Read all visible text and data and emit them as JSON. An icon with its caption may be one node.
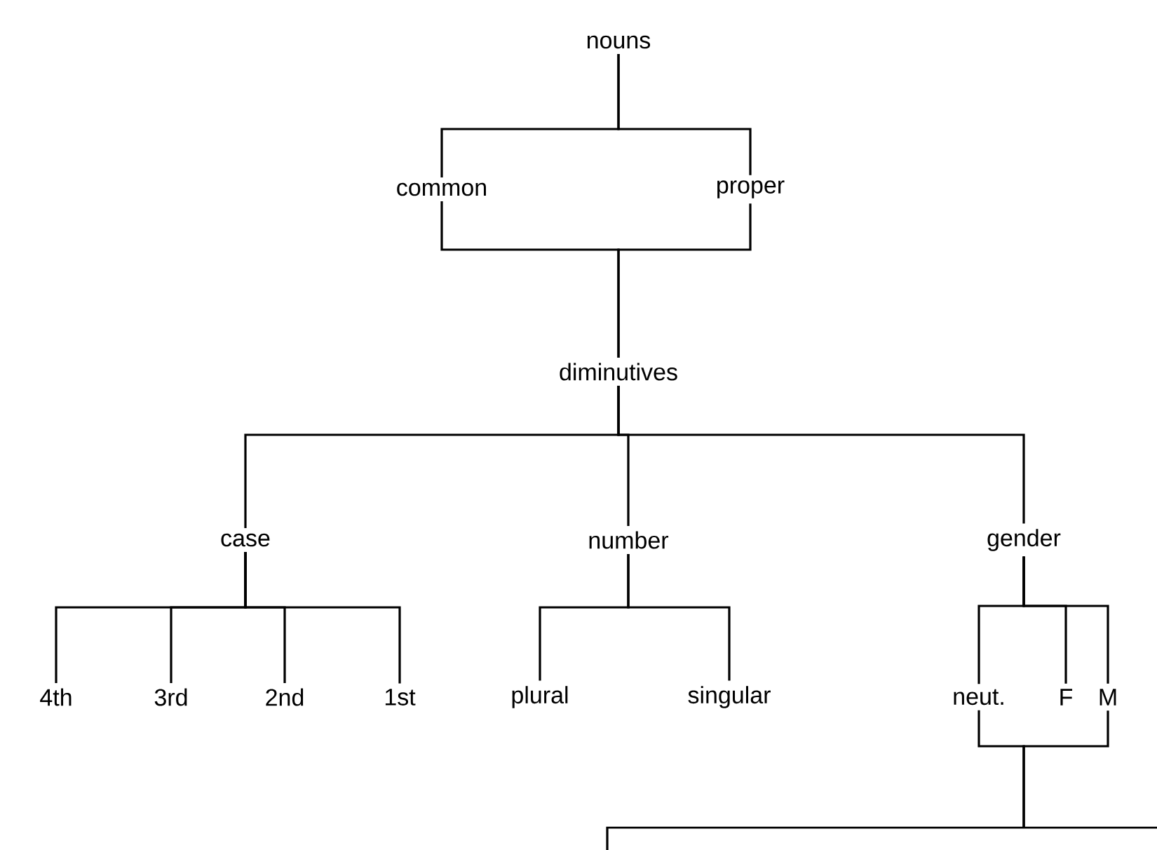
{
  "diagram": {
    "nodes": [
      {
        "text": [
          "nouns"
        ]
      },
      {
        "text": [
          "common"
        ]
      },
      {
        "text": [
          "proper"
        ]
      },
      {
        "text": [
          "diminutives"
        ]
      },
      {
        "text": [
          "case"
        ]
      },
      {
        "text": [
          "number"
        ]
      },
      {
        "text": [
          "gender"
        ]
      },
      {
        "text": [
          "4th"
        ]
      },
      {
        "text": [
          "3rd"
        ]
      },
      {
        "text": [
          "2nd"
        ]
      },
      {
        "text": [
          "1st"
        ]
      },
      {
        "text": [
          "plural"
        ]
      },
      {
        "text": [
          "singular"
        ]
      },
      {
        "text": [
          "neut."
        ]
      },
      {
        "text": [
          "F"
        ]
      },
      {
        "text": [
          "M"
        ]
      }
    ],
    "edges": [
      {
        "from": 0,
        "to": 1,
        "arrow": "none"
      },
      {
        "from": 0,
        "to": 2,
        "arrow": "none"
      },
      {
        "from": 1,
        "to": 3,
        "arrow": "none"
      },
      {
        "from": 2,
        "to": 3,
        "arrow": "none"
      },
      {
        "from": 3,
        "to": 4,
        "arrow": "none"
      },
      {
        "from": 3,
        "to": 5,
        "arrow": "none"
      },
      {
        "from": 3,
        "to": 6,
        "arrow": "none"
      },
      {
        "from": 4,
        "to": 7,
        "arrow": "none"
      },
      {
        "from": 4,
        "to": 8,
        "arrow": "none"
      },
      {
        "from": 4,
        "to": 9,
        "arrow": "none"
      },
      {
        "from": 4,
        "to": 10,
        "arrow": "none"
      },
      {
        "from": 5,
        "to": 11,
        "arrow": "none"
      },
      {
        "from": 5,
        "to": 12,
        "arrow": "none"
      },
      {
        "from": 6,
        "to": 13,
        "arrow": "none"
      },
      {
        "from": 6,
        "to": 14,
        "arrow": "none"
      },
      {
        "from": 6,
        "to": 15,
        "arrow": "none"
      },
      {
        "from": 13,
        "to": null,
        "arrow": "none"
      },
      {
        "from": 15,
        "to": null,
        "arrow": "none"
      }
    ]
  }
}
